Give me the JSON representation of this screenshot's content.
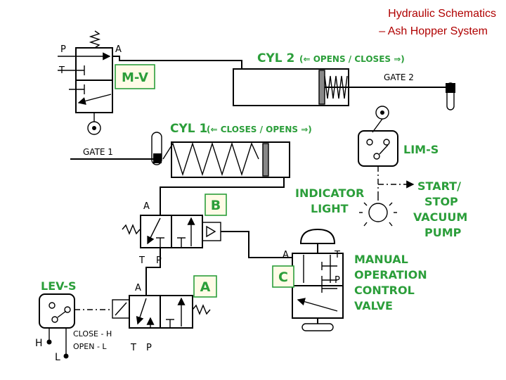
{
  "header": {
    "title": "Hydraulic Schematics",
    "subtitle": "– Ash Hopper System"
  },
  "ports": {
    "mv_p": "P",
    "mv_a": "A",
    "mv_t": "T",
    "b_a": "A",
    "b_t": "T",
    "b_p": "P",
    "a_a": "A",
    "a_t": "T",
    "a_p": "P",
    "c_a": "A",
    "c_t": "T",
    "c_p": "P",
    "lev_h": "H",
    "lev_l": "L"
  },
  "labels": {
    "mv": "M-V",
    "cyl2": "CYL 2",
    "cyl2_note": "(⇐ OPENS / CLOSES ⇒)",
    "gate2": "GATE 2",
    "cyl1": "CYL 1",
    "cyl1_note": "(⇐ CLOSES / OPENS ⇒)",
    "gate1": "GATE 1",
    "lim_s": "LIM-S",
    "indicator_1": "INDICATOR",
    "indicator_2": "LIGHT",
    "start_1": "START/",
    "start_2": "STOP",
    "start_3": "VACUUM",
    "start_4": "PUMP",
    "valve_b": "B",
    "valve_a": "A",
    "valve_c": "C",
    "manual_1": "MANUAL",
    "manual_2": "OPERATION",
    "manual_3": "CONTROL",
    "manual_4": "VALVE",
    "lev_s": "LEV-S",
    "close_h": "CLOSE - H",
    "open_l": "OPEN - L"
  },
  "colors": {
    "title": "#b00000",
    "label_green": "#2b9e3a",
    "box_green": "#2b9e3a",
    "box_fill": "#fffbe6",
    "cylinder_gray": "#888888"
  }
}
